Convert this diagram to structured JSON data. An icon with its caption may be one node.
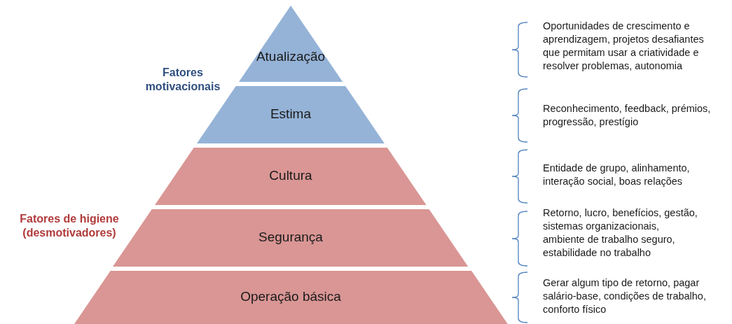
{
  "diagram": {
    "nodes": [
      {
        "text": [
          "Atualização"
        ]
      },
      {
        "text": [
          "Estima"
        ]
      },
      {
        "text": [
          "Cultura"
        ]
      },
      {
        "text": [
          "Segurança"
        ]
      },
      {
        "text": [
          "Operação básica"
        ]
      }
    ],
    "labels": [
      "Oportunidades de crescimento e aprendizagem, projetos desafiantes que permitam usar a criatividade e resolver problemas, autonomia",
      "Fatores motivacionais",
      "Reconhecimento, feedback, prémios, progressão, prestígio",
      "Entidade de grupo, alinhamento, interação social, boas relações",
      "Fatores de higiene (desmotivadores)",
      "Retorno, lucro, benefícios, gestão, sistemas organizacionais, ambiente de trabalho seguro, estabilidade no trabalho",
      "Gerar algum tipo de retorno, pagar salário-base, condições de trabalho, conforto físico"
    ]
  }
}
